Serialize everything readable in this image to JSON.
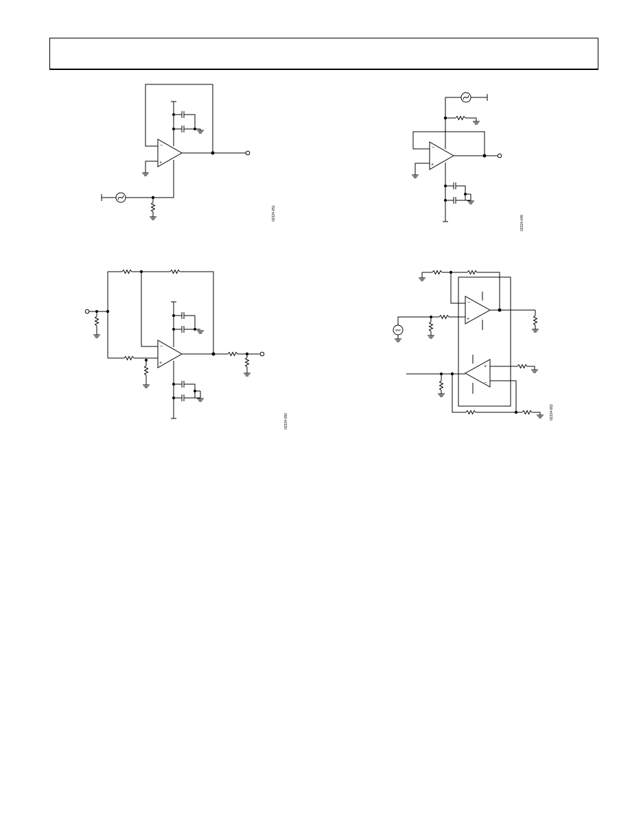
{
  "figures": [
    {
      "id": "fig-tl",
      "figure_id": "02324-051"
    },
    {
      "id": "fig-tr",
      "figure_id": "02324-049"
    },
    {
      "id": "fig-bl",
      "figure_id": "02324-050"
    },
    {
      "id": "fig-br",
      "figure_id": "02324-052"
    }
  ],
  "amp_signs": {
    "minus": "−",
    "plus": "+"
  },
  "ref_source_label": "Vref"
}
